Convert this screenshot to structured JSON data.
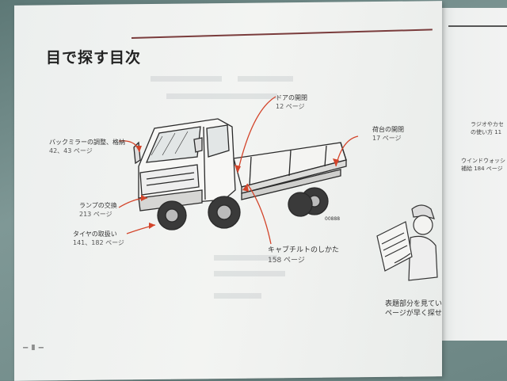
{
  "title": "目で探す目次",
  "labels": [
    {
      "id": "door",
      "text": "ドアの開閉",
      "page": "12 ページ"
    },
    {
      "id": "cargo",
      "text": "荷台の開閉",
      "page": "17 ページ"
    },
    {
      "id": "mirror",
      "text": "バックミラーの調整、格納",
      "page": "42、43 ページ"
    },
    {
      "id": "lamp",
      "text": "ランプの交換",
      "page": "213 ページ"
    },
    {
      "id": "tire",
      "text": "タイヤの取扱い",
      "page": "141、182 ページ"
    },
    {
      "id": "tilt",
      "text": "キャブチルトのしかた",
      "page": "158 ページ"
    }
  ],
  "diagram_code": "00888",
  "caption": [
    "表題部分を見てい",
    "ページが早く探せ"
  ],
  "page_number": "− Ⅱ −",
  "right_page": {
    "item1": [
      "ラジオやカセ",
      "の使い方  11"
    ],
    "item2": [
      "ウインドウォッシ",
      "補給  184 ページ"
    ]
  }
}
